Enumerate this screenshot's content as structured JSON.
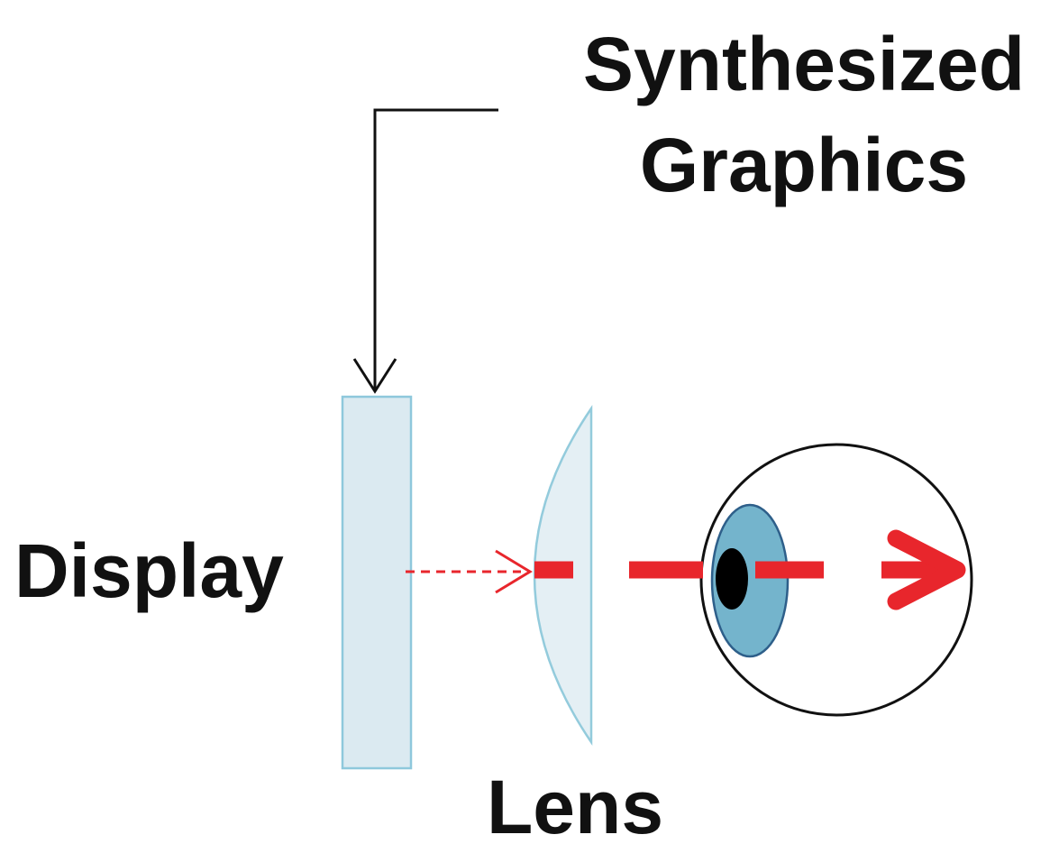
{
  "diagram": {
    "title_line1": "Synthesized",
    "title_line2": "Graphics",
    "display_label": "Display",
    "lens_label": "Lens"
  },
  "colors": {
    "display_fill": "#dbeaf1",
    "display_stroke": "#8ec8dc",
    "lens_fill": "#e4eff4",
    "lens_stroke": "#93cbdc",
    "iris_fill": "#74b4cc",
    "iris_stroke": "#2e5f8a",
    "pupil": "#000000",
    "eyeball_stroke": "#111111",
    "ray": "#e8262c",
    "pointer": "#111111"
  }
}
